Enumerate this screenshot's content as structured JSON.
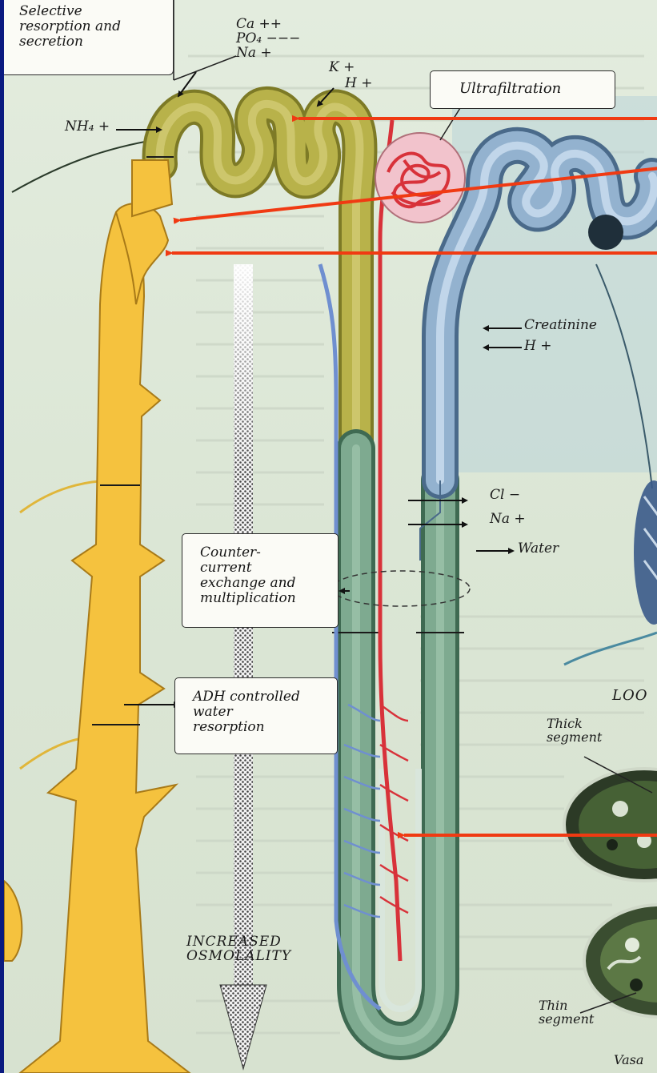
{
  "labels": {
    "selective": [
      "Selective",
      "resorption and",
      "secretion"
    ],
    "ions_top": [
      "Ca ++",
      "PO₄ −−−",
      "Na +"
    ],
    "k": "K +",
    "h_top": "H +",
    "nh4": "NH₄ +",
    "ultrafiltration": "Ultrafiltration",
    "creatinine": "Creatinine",
    "h_mid": "H +",
    "cl": "Cl −",
    "na": "Na +",
    "water": "Water",
    "countercurrent": [
      "Counter-",
      "current",
      "exchange and",
      "multiplication"
    ],
    "adh": [
      "ADH controlled",
      "water",
      "resorption"
    ],
    "osmolality": [
      "INCREASED",
      "OSMOLALITY"
    ],
    "loop": "LOO",
    "thick": [
      "Thick",
      "segment"
    ],
    "thin": [
      "Thin",
      "segment"
    ],
    "vasa": "Vasa"
  },
  "colors": {
    "collecting_duct": "#f5c23e",
    "distal_tubule": "#a8a23a",
    "loop": "#6d9a80",
    "proximal_tubule": "#8aaac8",
    "capillary_red": "#d8323a",
    "capillary_blue": "#6f8fd0",
    "pointer_arrows": "#f03a12",
    "frame": "#0a1a80"
  },
  "icons": [
    "glomerulus-icon",
    "tissue-micrograph-icon",
    "down-gradient-arrow-icon"
  ]
}
